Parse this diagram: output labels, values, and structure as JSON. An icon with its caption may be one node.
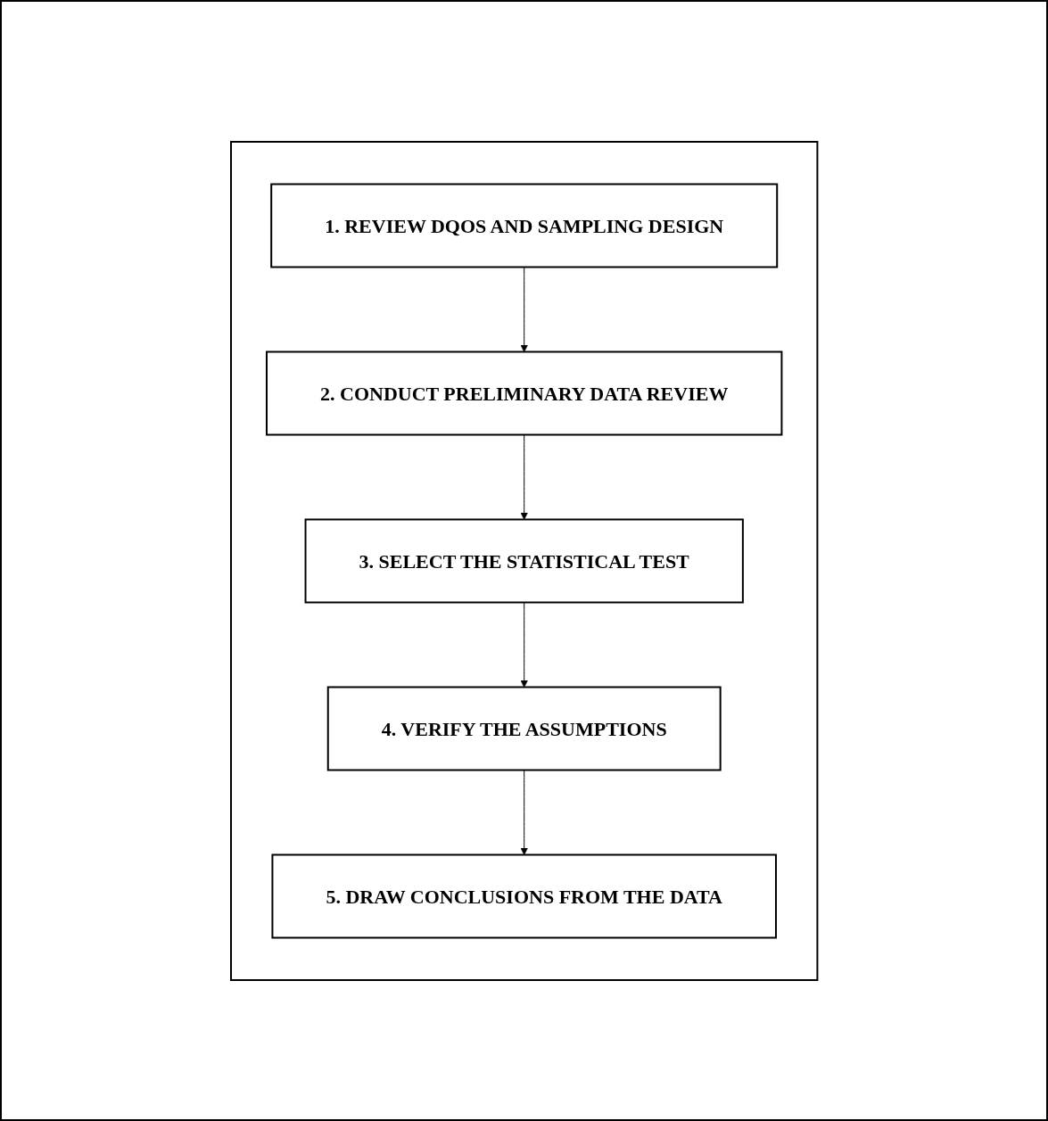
{
  "diagram": {
    "nodes": [
      {
        "text": [],
        "shape": "box"
      },
      {
        "text": [
          "1.  REVIEW DQOS AND SAMPLING DESIGN"
        ],
        "in": 0
      },
      {
        "text": [
          "2.  CONDUCT PRELIMINARY DATA REVIEW"
        ],
        "in": 0
      },
      {
        "text": [
          "3.  SELECT THE STATISTICAL TEST"
        ],
        "in": 0
      },
      {
        "text": [
          "4.  VERIFY THE ASSUMPTIONS"
        ],
        "in": 0
      },
      {
        "text": [
          "5.  DRAW CONCLUSIONS FROM THE DATA"
        ],
        "in": 0
      }
    ],
    "edges": [
      {
        "from": 1,
        "to": 2,
        "arrow": "to"
      },
      {
        "from": 2,
        "to": 3,
        "arrow": "to"
      },
      {
        "from": 3,
        "to": 4,
        "arrow": "to"
      },
      {
        "from": 4,
        "to": 5,
        "arrow": "to"
      }
    ]
  }
}
